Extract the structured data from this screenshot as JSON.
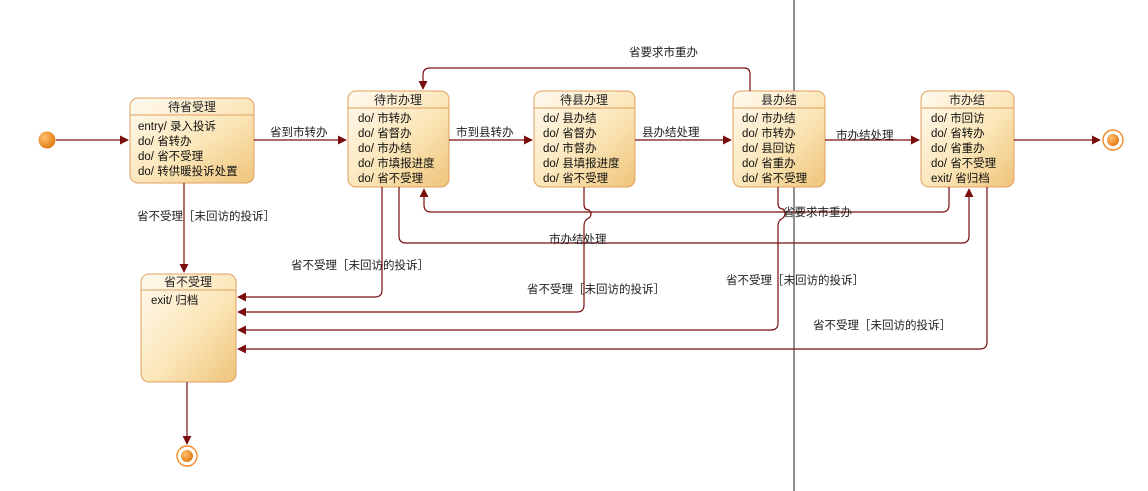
{
  "states": {
    "s1": {
      "title": "待省受理",
      "lines": [
        {
          "kw": "entry/",
          "act": "录入投诉"
        },
        {
          "kw": "do/",
          "act": "省转办"
        },
        {
          "kw": "do/",
          "act": "省不受理"
        },
        {
          "kw": "do/",
          "act": "转供暖投诉处置"
        }
      ]
    },
    "s2": {
      "title": "待市办理",
      "lines": [
        {
          "kw": "do/",
          "act": "市转办"
        },
        {
          "kw": "do/",
          "act": "省督办"
        },
        {
          "kw": "do/",
          "act": "市办结"
        },
        {
          "kw": "do/",
          "act": "市填报进度"
        },
        {
          "kw": "do/",
          "act": "省不受理"
        }
      ]
    },
    "s3": {
      "title": "待县办理",
      "lines": [
        {
          "kw": "do/",
          "act": "县办结"
        },
        {
          "kw": "do/",
          "act": "省督办"
        },
        {
          "kw": "do/",
          "act": "市督办"
        },
        {
          "kw": "do/",
          "act": "县填报进度"
        },
        {
          "kw": "do/",
          "act": "省不受理"
        }
      ]
    },
    "s4": {
      "title": "县办结",
      "lines": [
        {
          "kw": "do/",
          "act": "市办结"
        },
        {
          "kw": "do/",
          "act": "市转办"
        },
        {
          "kw": "do/",
          "act": "县回访"
        },
        {
          "kw": "do/",
          "act": "省重办"
        },
        {
          "kw": "do/",
          "act": "省不受理"
        }
      ]
    },
    "s5": {
      "title": "市办结",
      "lines": [
        {
          "kw": "do/",
          "act": "市回访"
        },
        {
          "kw": "do/",
          "act": "省转办"
        },
        {
          "kw": "do/",
          "act": "省重办"
        },
        {
          "kw": "do/",
          "act": "省不受理"
        },
        {
          "kw": "exit/",
          "act": "省归档"
        }
      ]
    },
    "s6": {
      "title": "省不受理",
      "lines": [
        {
          "kw": "exit/",
          "act": "归档"
        }
      ]
    }
  },
  "labels": {
    "s1_to_s2": "省到市转办",
    "s2_to_s3": "市到县转办",
    "s3_to_s4": "县办结处理",
    "s4_to_s5": "市办结处理",
    "s4_to_s2": "省要求市重办",
    "s5_to_s2": "省要求市重办",
    "s2_to_s5": "市办结处理",
    "s1_to_s6": "省不受理［未回访的投诉］",
    "s2_to_s6": "省不受理［未回访的投诉］",
    "s3_to_s6": "省不受理［未回访的投诉］",
    "s4_to_s6": "省不受理［未回访的投诉］",
    "s5_to_s6": "省不受理［未回访的投诉］"
  },
  "colors": {
    "state_fill_top": "#fdf3dc",
    "state_fill_bottom": "#f0cf88",
    "state_border": "#e0a060",
    "edge": "#7a0d0d",
    "initial": "#f08a24"
  }
}
